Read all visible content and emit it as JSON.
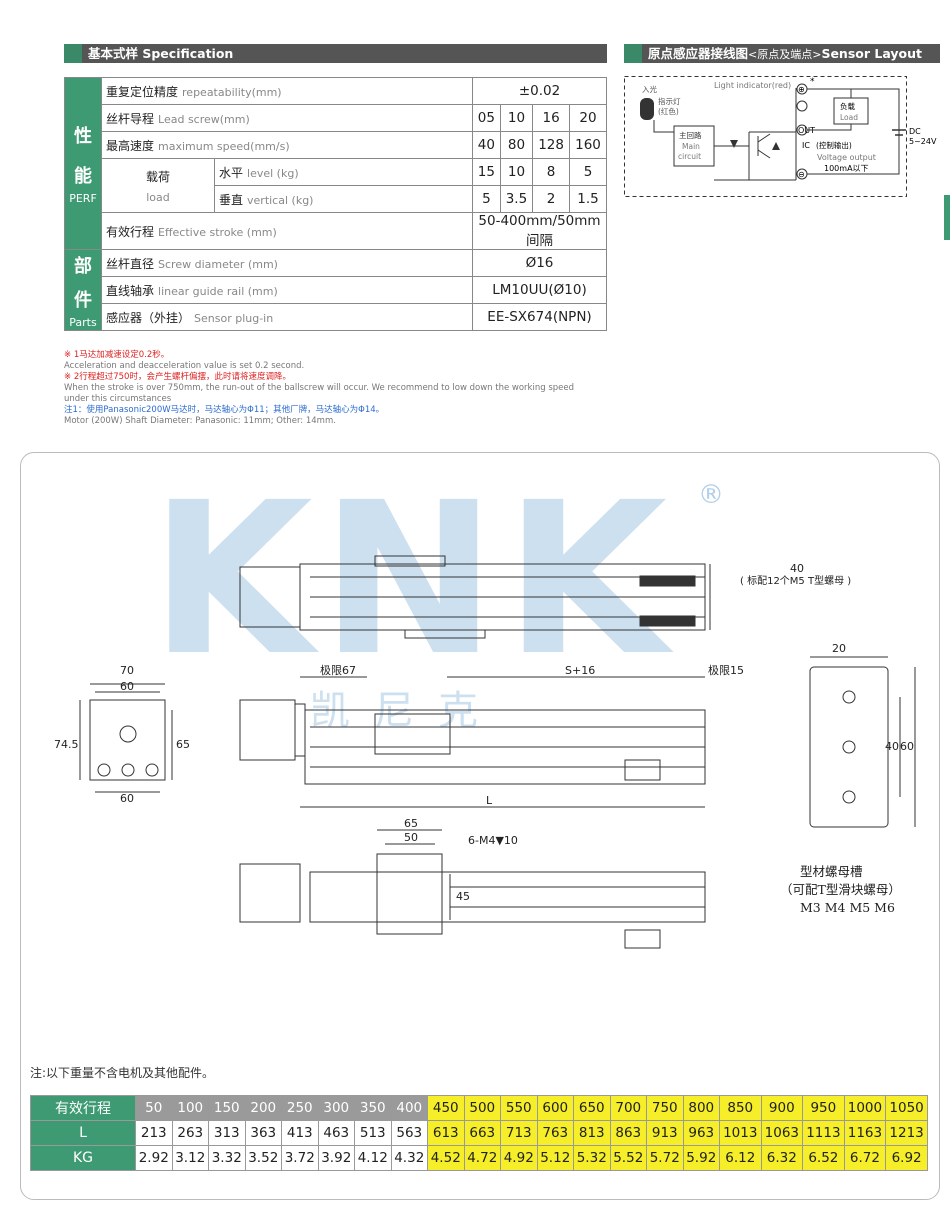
{
  "spec_header": "基本式样 Specification",
  "sensor_header_cn": "原点感应器接线图",
  "sensor_header_sub": "<原点及端点>",
  "sensor_header_en": "Sensor Layout",
  "spec": {
    "side_perf_cn1": "性",
    "side_perf_cn2": "能",
    "side_perf_en": "PERF",
    "side_parts_cn1": "部",
    "side_parts_cn2": "件",
    "side_parts_en": "Parts",
    "rows": {
      "repeat_cn": "重复定位精度",
      "repeat_en": "repeatability(mm)",
      "repeat_val": "±0.02",
      "lead_cn": "丝杆导程",
      "lead_en": "Lead screw(mm)",
      "lead_vals": [
        "05",
        "10",
        "16",
        "20"
      ],
      "speed_cn": "最高速度",
      "speed_en": "maximum speed(mm/s)",
      "speed_vals": [
        "40",
        "80",
        "128",
        "160"
      ],
      "load_cn": "载荷",
      "load_en": "load",
      "level_cn": "水平",
      "level_en": "level  (kg)",
      "level_vals": [
        "15",
        "10",
        "8",
        "5"
      ],
      "vert_cn": "垂直",
      "vert_en": "vertical  (kg)",
      "vert_vals": [
        "5",
        "3.5",
        "2",
        "1.5"
      ],
      "stroke_cn": "有效行程",
      "stroke_en": "Effective stroke  (mm)",
      "stroke_val": "50-400mm/50mm间隔",
      "screw_cn": "丝杆直径",
      "screw_en": "Screw diameter  (mm)",
      "screw_val": "Ø16",
      "rail_cn": "直线轴承",
      "rail_en": "linear guide rail  (mm)",
      "rail_val": "LM10UU(Ø10)",
      "sensor_cn": "感应器（外挂）",
      "sensor_en": "Sensor plug-in",
      "sensor_val": "EE-SX674(NPN)"
    }
  },
  "notes": {
    "n1": "※ 1马达加减速设定0.2秒。",
    "n1_en": "Acceleration and deacceleration value is set 0.2 second.",
    "n2": "※ 2行程超过750时，会产生螺杆偏摆，此时请将速度调降。",
    "n2_en": "When the stroke is over 750mm, the run-out of the ballscrew will occur. We recommend to low down the working speed under this circumstances",
    "n3": "注1：使用Panasonic200W马达时，马达轴心为Φ11；其他厂牌，马达轴心为Φ14。",
    "n3_en": "Motor (200W) Shaft Diameter: Panasonic: 11mm; Other: 14mm."
  },
  "sensor": {
    "light_indicator": "Light indicator(red)",
    "in_light": "入光",
    "indicator_cn": "指示灯",
    "red_cn": "(红色)",
    "main_cn": "主回路",
    "main_en1": "Main",
    "main_en2": "circuit",
    "load_cn": "负载",
    "load_en": "Load",
    "out": "OUT",
    "ic": "IC",
    "ic_cn": "(控制输出)",
    "voltage": "Voltage output",
    "current": "100mA以下",
    "dc": "DC",
    "dc_v": "5~24V",
    "plus": "⊕",
    "minus": "⊖",
    "star": "*"
  },
  "logo": {
    "letters": "KNK",
    "reg": "®",
    "cn": "凯尼克"
  },
  "drawing": {
    "d40": "40",
    "nut_note": "( 标配12个M5 T型螺母 )",
    "d70": "70",
    "d60a": "60",
    "d745": "74.5",
    "d65a": "65",
    "d60b": "60",
    "lim67": "极限67",
    "s16": "S+16",
    "lim15": "极限15",
    "dL": "L",
    "d20": "20",
    "d40b": "40",
    "d60c": "60",
    "d65b": "65",
    "d50": "50",
    "m4": "6-M4▼10",
    "d45": "45",
    "profile1": "型材螺母槽",
    "profile2": "（可配T型滑块螺母）",
    "profile3": "M3  M4  M5  M6"
  },
  "weight_note": "注:以下重量不含电机及其他配件。",
  "weight_table": {
    "h_stroke": "有效行程",
    "h_L": "L",
    "h_KG": "KG",
    "stroke": [
      "50",
      "100",
      "150",
      "200",
      "250",
      "300",
      "350",
      "400",
      "450",
      "500",
      "550",
      "600",
      "650",
      "700",
      "750",
      "800",
      "850",
      "900",
      "950",
      "1000",
      "1050"
    ],
    "L": [
      "213",
      "263",
      "313",
      "363",
      "413",
      "463",
      "513",
      "563",
      "613",
      "663",
      "713",
      "763",
      "813",
      "863",
      "913",
      "963",
      "1013",
      "1063",
      "1113",
      "1163",
      "1213"
    ],
    "KG": [
      "2.92",
      "3.12",
      "3.32",
      "3.52",
      "3.72",
      "3.92",
      "4.12",
      "4.32",
      "4.52",
      "4.72",
      "4.92",
      "5.12",
      "5.32",
      "5.52",
      "5.72",
      "5.92",
      "6.12",
      "6.32",
      "6.52",
      "6.72",
      "6.92"
    ]
  }
}
